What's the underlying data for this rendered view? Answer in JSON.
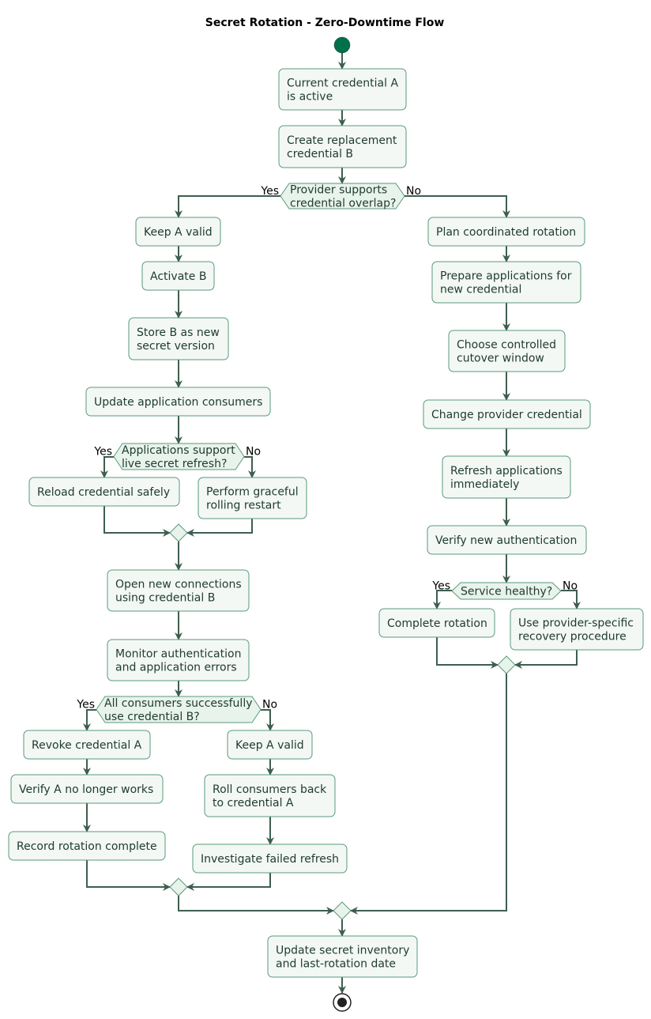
{
  "title": "Secret Rotation - Zero-Downtime Flow",
  "colors": {
    "start": "#00704a",
    "box_fill": "#f3f8f5",
    "box_stroke": "#5a9a7a",
    "decision_fill": "#e8f3ec",
    "edge": "#3e5e4f",
    "text": "#1e3a2f"
  },
  "actions": {
    "current_a": [
      "Current credential A",
      "is active"
    ],
    "create_b": [
      "Create replacement",
      "credential B"
    ],
    "keep_a_1": [
      "Keep A valid"
    ],
    "activate_b": [
      "Activate B"
    ],
    "store_b": [
      "Store B as new",
      "secret version"
    ],
    "update_consumers": [
      "Update application consumers"
    ],
    "reload_safely": [
      "Reload credential safely"
    ],
    "graceful_restart": [
      "Perform graceful",
      "rolling restart"
    ],
    "open_connections": [
      "Open new connections",
      "using credential B"
    ],
    "monitor": [
      "Monitor authentication",
      "and application errors"
    ],
    "revoke_a": [
      "Revoke credential A"
    ],
    "verify_a": [
      "Verify A no longer works"
    ],
    "record_complete": [
      "Record rotation complete"
    ],
    "keep_a_2": [
      "Keep A valid"
    ],
    "roll_back": [
      "Roll consumers back",
      "to credential A"
    ],
    "investigate": [
      "Investigate failed refresh"
    ],
    "plan_coordinated": [
      "Plan coordinated rotation"
    ],
    "prepare_apps": [
      "Prepare applications for",
      "new credential"
    ],
    "choose_window": [
      "Choose controlled",
      "cutover window"
    ],
    "change_provider": [
      "Change provider credential"
    ],
    "refresh_apps": [
      "Refresh applications",
      "immediately"
    ],
    "verify_auth": [
      "Verify new authentication"
    ],
    "complete_rotation": [
      "Complete rotation"
    ],
    "recovery": [
      "Use provider-specific",
      "recovery procedure"
    ],
    "update_inventory": [
      "Update secret inventory",
      "and last-rotation date"
    ]
  },
  "decisions": {
    "overlap": {
      "text": [
        "Provider supports",
        "credential overlap?"
      ],
      "yes": "Yes",
      "no": "No"
    },
    "live_refresh": {
      "text": [
        "Applications support",
        "live secret refresh?"
      ],
      "yes": "Yes",
      "no": "No"
    },
    "consumers_ok": {
      "text": [
        "All consumers successfully",
        "use credential B?"
      ],
      "yes": "Yes",
      "no": "No"
    },
    "healthy": {
      "text": [
        "Service healthy?"
      ],
      "yes": "Yes",
      "no": "No"
    }
  }
}
